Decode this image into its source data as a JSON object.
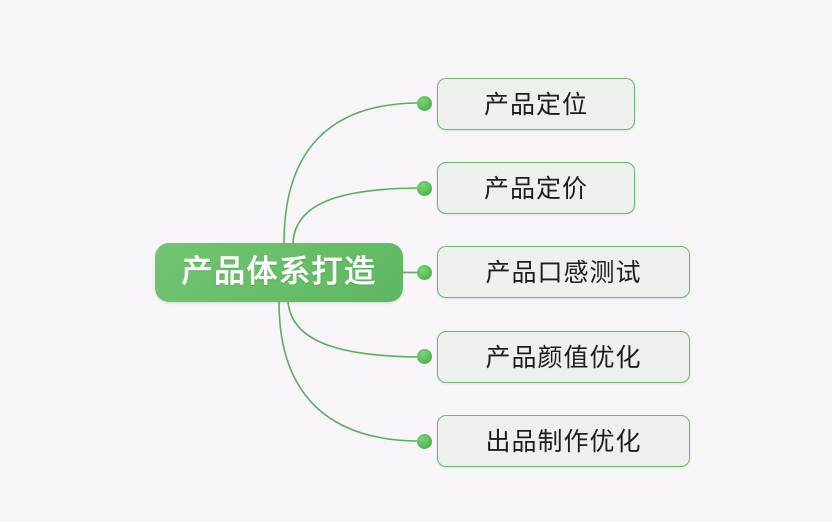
{
  "diagram": {
    "type": "mind-map",
    "title": "产品体系打造",
    "background_color": "#f7f5f8",
    "accent_color": "#66bb6a",
    "root": {
      "label": "产品体系打造",
      "fill_color": "#68be69",
      "text_color": "#ffffff"
    },
    "branches": [
      {
        "label": "产品定位",
        "size": "short",
        "connector": "curve-up"
      },
      {
        "label": "产品定价",
        "size": "short",
        "connector": "curve-up"
      },
      {
        "label": "产品口感测试",
        "size": "long",
        "connector": "straight"
      },
      {
        "label": "产品颜值优化",
        "size": "long",
        "connector": "curve-down"
      },
      {
        "label": "出品制作优化",
        "size": "long",
        "connector": "curve-down"
      }
    ],
    "node_style": {
      "fill_color": "#eef0ed",
      "border_color": "#6cb86e",
      "text_color": "#1d1d1d"
    },
    "connector_style": {
      "line_color": "#5aaf5c",
      "dot_color": "#4fb64f"
    }
  }
}
